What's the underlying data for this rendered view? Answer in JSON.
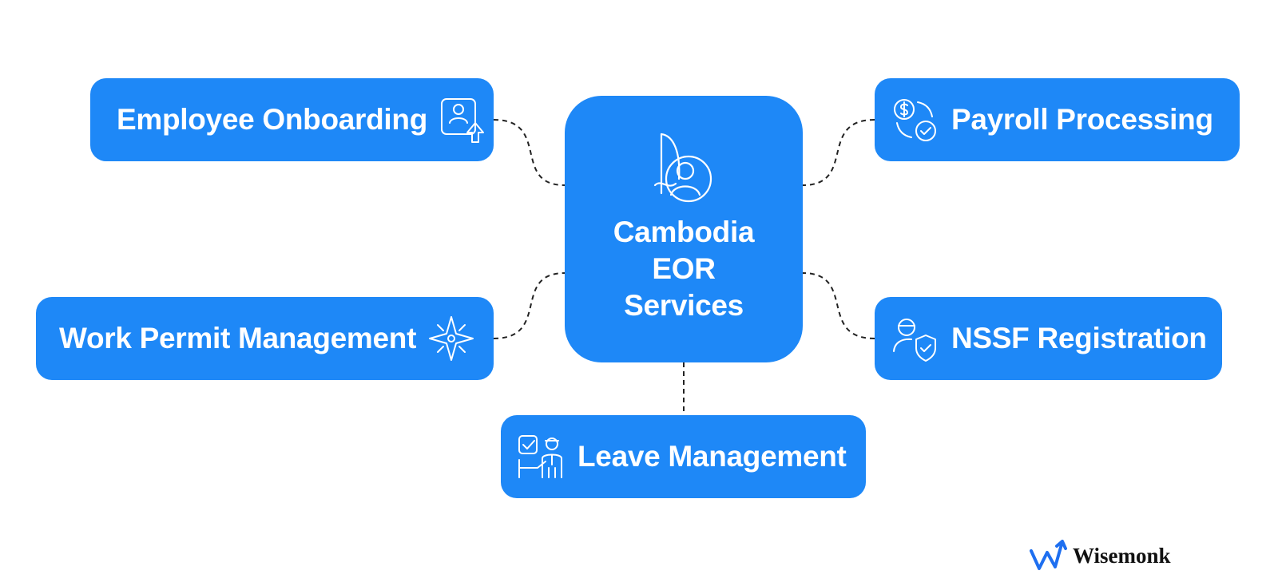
{
  "center": {
    "title_lines": [
      "Cambodia",
      "EOR",
      "Services"
    ],
    "logo_icon": "wisemonk-b-logo-icon"
  },
  "nodes": {
    "employee_onboarding": {
      "label": "Employee Onboarding",
      "icon": "onboarding-upload-icon"
    },
    "payroll_processing": {
      "label": "Payroll Processing",
      "icon": "payroll-cycle-icon"
    },
    "work_permit_management": {
      "label": "Work Permit Management",
      "icon": "compass-star-icon"
    },
    "nssf_registration": {
      "label": "NSSF Registration",
      "icon": "user-shield-icon"
    },
    "leave_management": {
      "label": "Leave Management",
      "icon": "leave-approval-icon"
    }
  },
  "brand": {
    "name": "Wisemonk",
    "icon": "wisemonk-mark-icon"
  },
  "colors": {
    "node_fill": "#1E88F7",
    "text": "#FFFFFF",
    "connector": "#222222",
    "brand_mark": "#1E6FF0"
  }
}
